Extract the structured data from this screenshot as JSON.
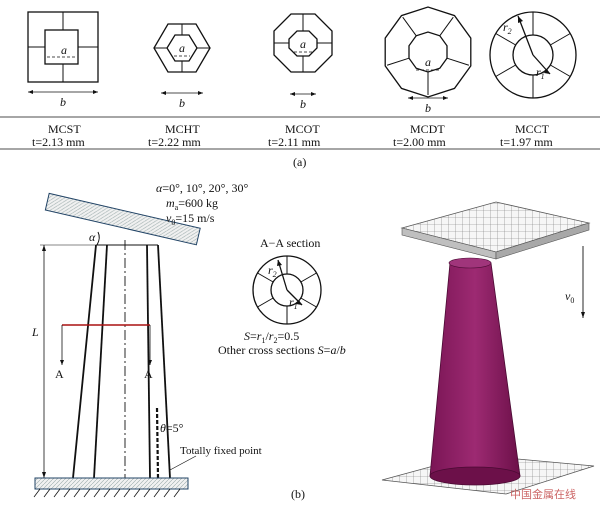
{
  "panel_a": {
    "items": [
      {
        "name": "MCST",
        "thickness": "t=2.13 mm",
        "sides": 4
      },
      {
        "name": "MCHT",
        "thickness": "t=2.22 mm",
        "sides": 6
      },
      {
        "name": "MCOT",
        "thickness": "t=2.11 mm",
        "sides": 8
      },
      {
        "name": "MCDT",
        "thickness": "t=2.00 mm",
        "sides": 10
      },
      {
        "name": "MCCT",
        "thickness": "t=1.97 mm",
        "sides": 0
      }
    ],
    "label_a": "a",
    "label_b": "b",
    "label_r1": "r1",
    "label_r2": "r2",
    "caption": "(a)"
  },
  "panel_b": {
    "caption": "(b)",
    "params": [
      "α=0°, 10°, 20°, 30°",
      "ma=600 kg",
      "v0=15 m/s"
    ],
    "alpha_label": "α",
    "length_label": "L",
    "section_marker": "A",
    "section_title": "A−A section",
    "ratio_text": "S=r1/r2=0.5",
    "other_text": "Other cross sections S=a/b",
    "theta_label": "θ=5°",
    "fixed_label": "Totally fixed point",
    "velocity_label": "v0"
  },
  "colors": {
    "tube": "#8b1e63",
    "mesh": "#9a9a9a",
    "line": "#111111"
  },
  "watermark": "中国金属在线"
}
